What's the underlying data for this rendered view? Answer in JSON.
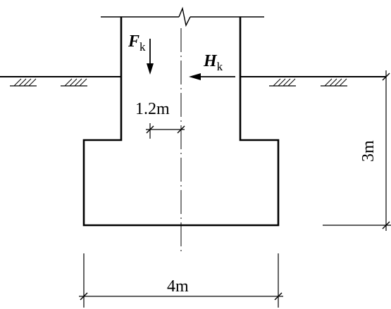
{
  "labels": {
    "vertical_force": "F",
    "vertical_force_sub": "k",
    "horizontal_force": "H",
    "horizontal_force_sub": "k",
    "eccentricity_dim": "1.2m",
    "depth_dim": "3m",
    "width_dim": "4m"
  }
}
